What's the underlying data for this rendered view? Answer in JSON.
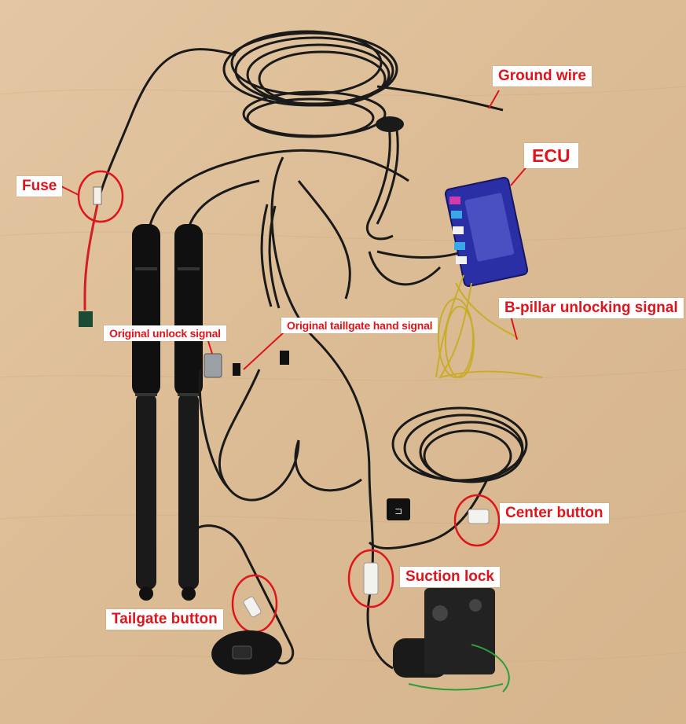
{
  "labels": {
    "ground_wire": "Ground wire",
    "ecu": "ECU",
    "fuse": "Fuse",
    "b_pillar": "B-pillar unlocking signal",
    "original_unlock": "Original unlock signal",
    "original_hand": "Original taillgate hand signal",
    "center_button": "Center button",
    "suction_lock": "Suction lock",
    "tailgate_button": "Tailgate button"
  },
  "colors": {
    "label_text": "#e0141b",
    "highlight_circle": "#e0141b",
    "ecu_body": "#2b2fa6",
    "background": "#dcbc95"
  }
}
